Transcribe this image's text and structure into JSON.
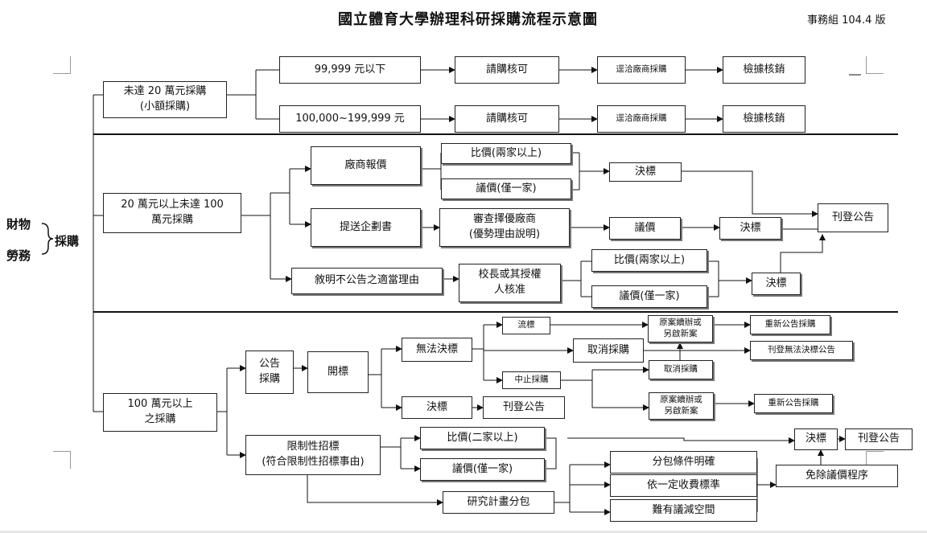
{
  "header": {
    "title": "國立體育大學辦理科研採購流程示意圖",
    "version": "事務組 104.4 版"
  },
  "left": {
    "goods": "財物",
    "services": "勞務",
    "procurement": "採購"
  },
  "section1": {
    "category": "未達 20 萬元採購\n(小額採購)",
    "rows": [
      {
        "amount": "99,999 元以下",
        "approve": "請購核可",
        "contact": "逕洽廠商採購",
        "verify": "檢據核銷"
      },
      {
        "amount": "100,000~199,999 元",
        "approve": "請購核可",
        "contact": "逕洽廠商採購",
        "verify": "檢據核銷"
      }
    ]
  },
  "section2": {
    "category": "20 萬元以上未達 100\n萬元採購",
    "quote": "廠商報價",
    "compare": "比價(兩家以上)",
    "negotiate": "議價(僅一家)",
    "award1": "決標",
    "proposal": "提送企劃書",
    "review": "審查擇優廠商\n(優勢理由說明)",
    "negotiate2": "議價",
    "award2": "決標",
    "announce": "刊登公告",
    "reason": "敘明不公告之適當理由",
    "president": "校長或其授權\n人核准",
    "compare2": "比價(兩家以上)",
    "negotiate3": "議價(僅一家)",
    "award3": "決標"
  },
  "section3": {
    "category": "100 萬元以上\n之採購",
    "publicTender": "公告\n採購",
    "openBid": "開標",
    "noAward": "無法決標",
    "failedBid": "流標",
    "suspend": "中止採購",
    "cancelBig": "取消採購",
    "rebid1": "原案續辦或\n另啟新案",
    "reannounce1": "重新公告採購",
    "noAwardNotice": "刊登無法決標公告",
    "cancelSmall": "取消採購",
    "rebid2": "原案續辦或\n另啟新案",
    "reannounce2": "重新公告採購",
    "award": "決標",
    "announce": "刊登公告",
    "limited": "限制性招標\n(符合限制性招標事由)",
    "compare": "比價(二家以上)",
    "negotiate": "議價(僅一家)",
    "research": "研究計畫分包",
    "subcontract": "分包條件明確",
    "feeStandard": "依一定收費標準",
    "noReduction": "難有議減空間",
    "exempt": "免除議價程序",
    "award2": "決標",
    "announce2": "刊登公告"
  }
}
